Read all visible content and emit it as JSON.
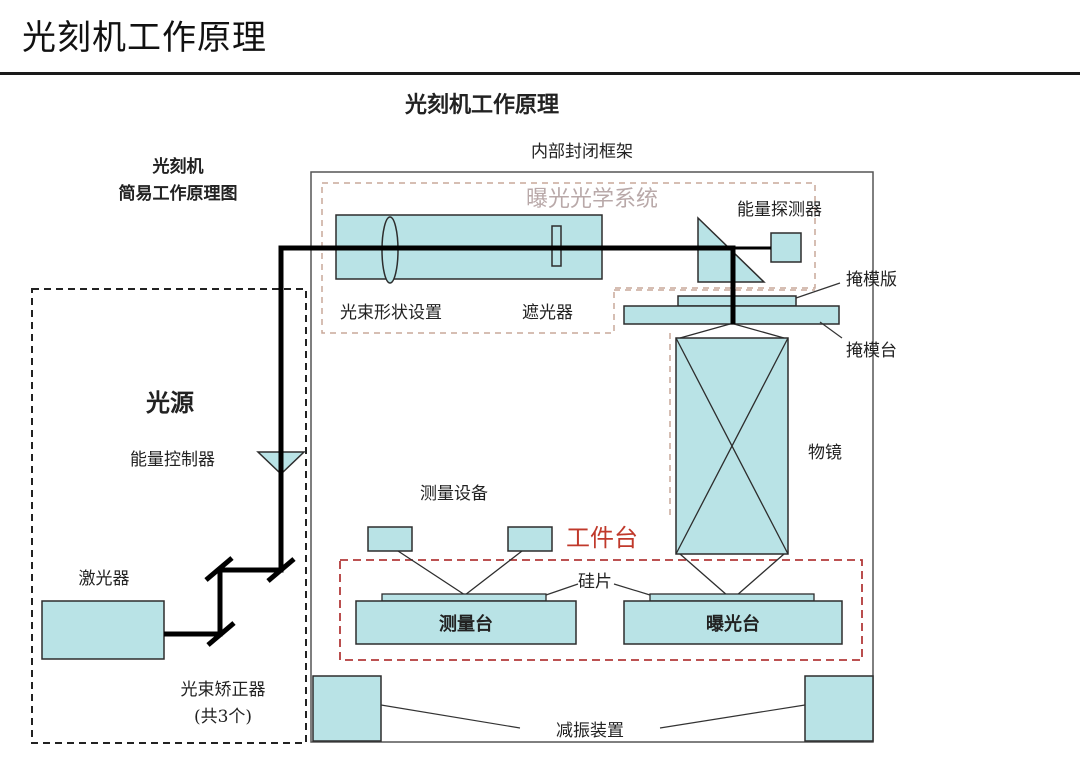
{
  "page_title": "光刻机工作原理",
  "diagram": {
    "heading": "光刻机工作原理",
    "subheading_line1": "光刻机",
    "subheading_line2": "简易工作原理图",
    "inner_frame_label": "内部封闭框架",
    "exposure_optics_label": "曝光光学系统",
    "energy_detector_label": "能量探测器",
    "reticle_label": "掩模版",
    "reticle_stage_label": "掩模台",
    "beam_shape_label": "光束形状设置",
    "shutter_label": "遮光器",
    "light_source_label": "光源",
    "energy_controller_label": "能量控制器",
    "objective_label": "物镜",
    "measurement_device_label": "测量设备",
    "wafer_stage_label": "工件台",
    "wafer_label": "硅片",
    "laser_label": "激光器",
    "measure_stage_label": "测量台",
    "exposure_stage_label": "曝光台",
    "beam_corrector_line1": "光束矫正器",
    "beam_corrector_line2": "(共3个)",
    "damping_label": "减振装置"
  },
  "colors": {
    "component_fill": "#b9e3e6",
    "component_stroke": "#2d2d2d",
    "beam": "#000000",
    "dashed_outline": "#222222",
    "inner_dashed": "#c9a89a",
    "wafer_stage_dashed": "#b23a3a",
    "wafer_stage_text": "#c0392b",
    "optics_text": "#b9a9a9"
  }
}
